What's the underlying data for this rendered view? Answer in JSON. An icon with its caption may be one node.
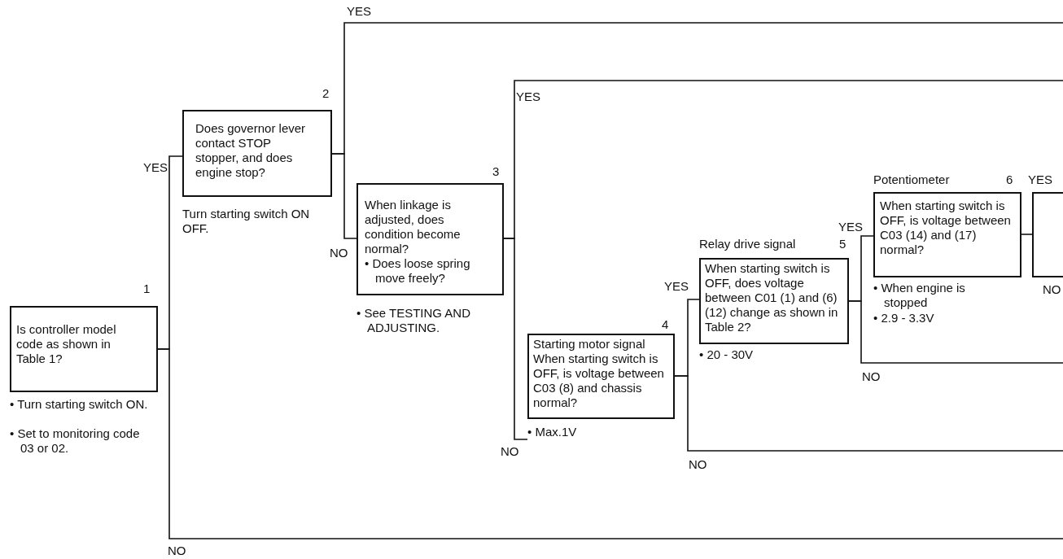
{
  "diagram": {
    "nodes": [
      {
        "text": [
          "Is controller model code as shown in Table 1?"
        ],
        "beside": [
          "1",
          "• Turn starting switch ON.",
          "• Set to monitoring code 03 or 02."
        ]
      },
      {
        "text": [
          "Does governor lever contact STOP stopper, and does engine stop?"
        ],
        "beside": [
          "2",
          "Turn starting switch ON OFF."
        ]
      },
      {
        "text": [
          "When linkage is adjusted, does condition become normal?",
          "• Does loose spring move freely?"
        ],
        "beside": [
          "3",
          "• See TESTING AND ADJUSTING."
        ]
      },
      {
        "text": [
          "Starting motor signal",
          "When starting switch is OFF, is voltage between C03 (8) and chassis normal?"
        ],
        "beside": [
          "4",
          "• Max.1V"
        ]
      },
      {
        "text": [
          "When starting switch is OFF, does voltage between C01 (1) and (6) (12) change as shown in Table 2?"
        ],
        "beside": [
          "Relay drive signal",
          "5",
          "• 20 - 30V"
        ]
      },
      {
        "text": [
          "When starting switch is OFF, is voltage between C03 (14) and (17) normal?"
        ],
        "beside": [
          "Potentiometer",
          "6",
          "• When engine is stopped",
          "• 2.9 - 3.3V"
        ]
      },
      {
        "text": [],
        "shape": "box"
      }
    ],
    "edges": [
      {
        "from": 0,
        "to": 1,
        "arrow": "none",
        "label": "YES"
      },
      {
        "from": 0,
        "to": null,
        "arrow": "none",
        "label": "NO"
      },
      {
        "from": 1,
        "to": null,
        "arrow": "none",
        "label": "YES"
      },
      {
        "from": 1,
        "to": 2,
        "arrow": "none",
        "label": "NO"
      },
      {
        "from": 2,
        "to": null,
        "arrow": "none",
        "label": "YES"
      },
      {
        "from": 2,
        "to": 3,
        "arrow": "none",
        "label": "NO"
      },
      {
        "from": 3,
        "to": 4,
        "arrow": "none",
        "label": "YES"
      },
      {
        "from": 3,
        "to": null,
        "arrow": "none",
        "label": "NO"
      },
      {
        "from": 4,
        "to": 5,
        "arrow": "none",
        "label": "YES"
      },
      {
        "from": 4,
        "to": null,
        "arrow": "none",
        "label": "NO"
      },
      {
        "from": 5,
        "to": 6,
        "arrow": "none",
        "label": "YES"
      }
    ],
    "labels": [
      "NO"
    ]
  }
}
